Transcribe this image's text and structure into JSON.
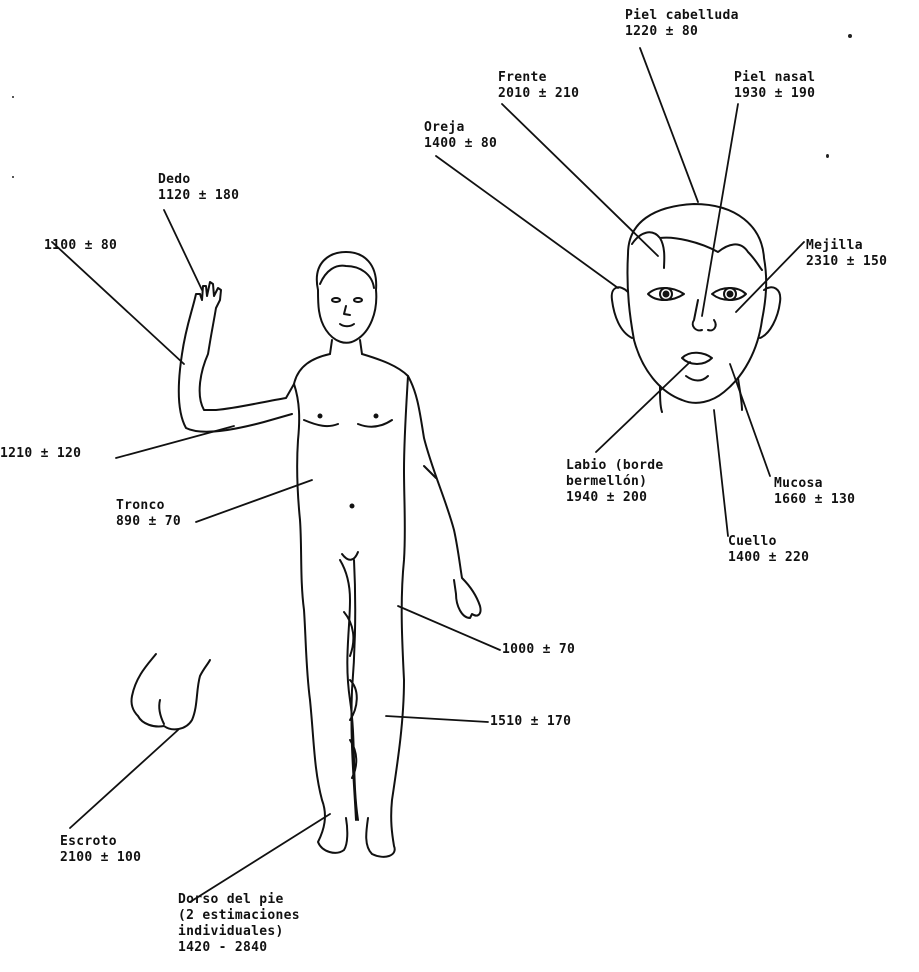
{
  "labels": {
    "piel_cabelluda": {
      "name": "Piel cabelluda",
      "value": "1220 ± 80"
    },
    "frente": {
      "name": "Frente",
      "value": "2010 ± 210"
    },
    "piel_nasal": {
      "name": "Piel nasal",
      "value": "1930 ± 190"
    },
    "oreja": {
      "name": "Oreja",
      "value": "1400 ± 80"
    },
    "dedo": {
      "name": "Dedo",
      "value": "1120 ± 180"
    },
    "mano": {
      "value": "1100 ± 80"
    },
    "mejilla": {
      "name": "Mejilla",
      "value": "2310 ± 150"
    },
    "brazo": {
      "value": "1210 ± 120"
    },
    "tronco": {
      "name": "Tronco",
      "value": "890 ± 70"
    },
    "labio": {
      "name_1": "Labio (borde",
      "name_2": "bermellón)",
      "value": "1940 ± 200"
    },
    "mucosa": {
      "name": "Mucosa",
      "value": "1660 ± 130"
    },
    "cuello": {
      "name": "Cuello",
      "value": "1400 ± 220"
    },
    "muslo": {
      "value": "1000 ± 70"
    },
    "pierna": {
      "value": "1510 ± 170"
    },
    "escroto": {
      "name": "Escroto",
      "value": "2100 ± 100"
    },
    "dorso_pie": {
      "name_1": "Dorso del pie",
      "name_2": "(2 estimaciones",
      "name_3": "individuales)",
      "value": "1420 - 2840"
    }
  },
  "colors": {
    "ink": "#111111",
    "background": "#ffffff"
  }
}
